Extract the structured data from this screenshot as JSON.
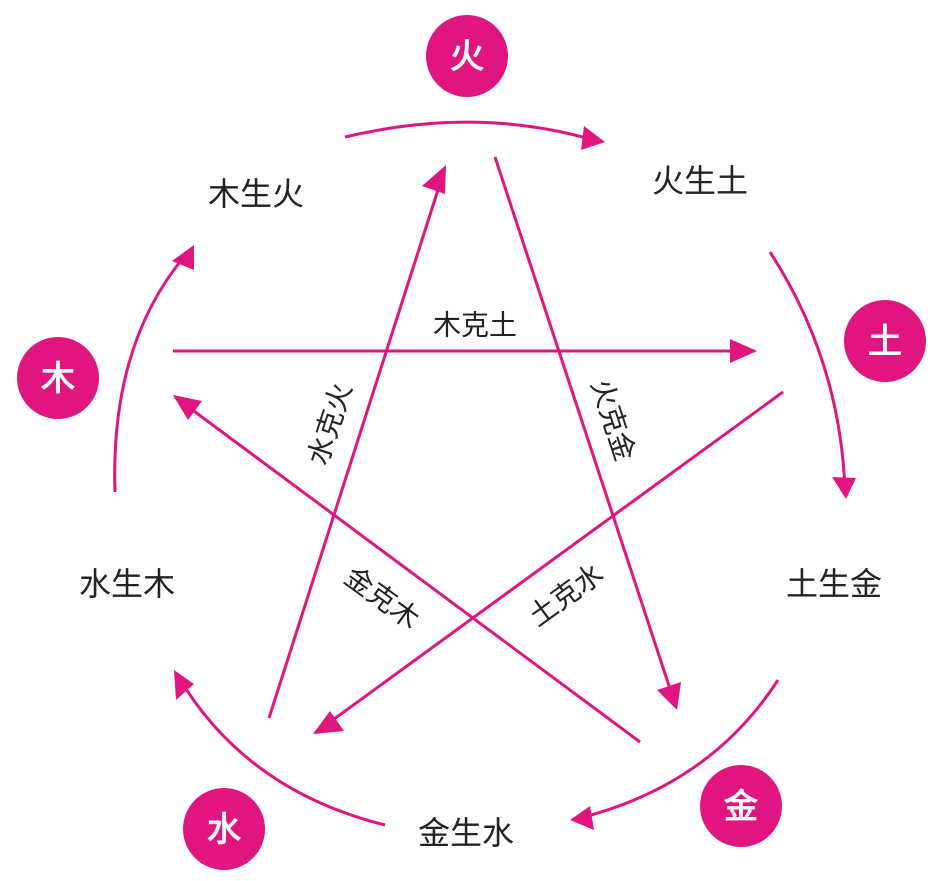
{
  "accent_color": "#E0157F",
  "text_color": "#222222",
  "elements": {
    "fire": "火",
    "earth": "土",
    "metal": "金",
    "water": "水",
    "wood": "木"
  },
  "generating": {
    "wood_fire": "木生火",
    "fire_earth": "火生土",
    "earth_metal": "土生金",
    "metal_water": "金生水",
    "water_wood": "水生木"
  },
  "controlling": {
    "wood_earth": "木克土",
    "water_fire": "水克火",
    "fire_metal": "火克金",
    "metal_wood": "金克木",
    "earth_water": "土克水"
  }
}
